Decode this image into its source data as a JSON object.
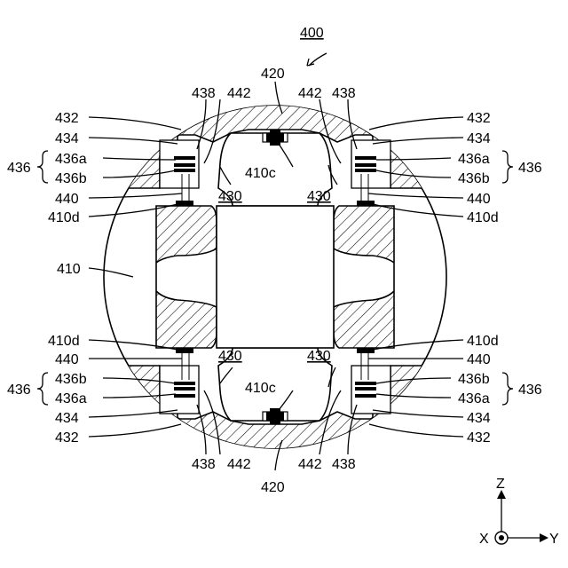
{
  "figure": {
    "title": "400",
    "top_label": "420",
    "bottom_label": "420",
    "left_label": "410",
    "center_top": "410c",
    "center_bottom": "410c",
    "inner": {
      "tl": "430",
      "tr": "430",
      "bl": "430",
      "br": "430"
    },
    "upper_row": {
      "a": "438",
      "b": "442",
      "c": "442",
      "d": "438"
    },
    "lower_row": {
      "a": "438",
      "b": "442",
      "c": "442",
      "d": "438"
    },
    "left_top": [
      "432",
      "434",
      "436a",
      "436b",
      "440",
      "410d"
    ],
    "right_top": [
      "432",
      "434",
      "436a",
      "436b",
      "440",
      "410d"
    ],
    "left_bottom": [
      "410d",
      "440",
      "436b",
      "436a",
      "434",
      "432"
    ],
    "right_bottom": [
      "410d",
      "440",
      "436b",
      "436a",
      "434",
      "432"
    ],
    "group": {
      "lt": "436",
      "rt": "436",
      "lb": "436",
      "rb": "436"
    },
    "axes": {
      "z": "Z",
      "x": "X",
      "y": "Y"
    }
  }
}
